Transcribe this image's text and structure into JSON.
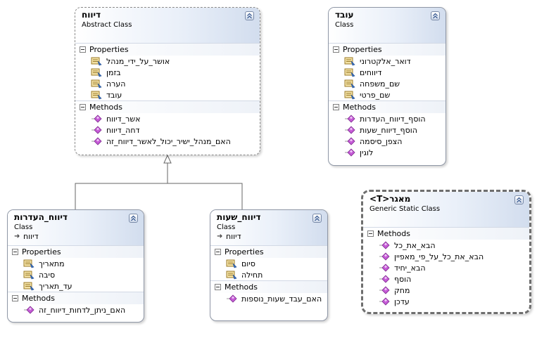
{
  "sections": {
    "properties": "Properties",
    "methods": "Methods"
  },
  "classes": {
    "report": {
      "name": "דיווח",
      "kind": "Abstract Class",
      "properties": [
        "אושר_על_ידי_מנהל",
        "בזמן",
        "הערה",
        "עובד"
      ],
      "methods": [
        "אשר_דיווח",
        "דחה_דיווח",
        "האם_מנהל_ישיר_יכול_לאשר_דיווח_זה"
      ]
    },
    "employee": {
      "name": "עובד",
      "kind": "Class",
      "properties": [
        "דואר_אלקטרוני",
        "דיווחים",
        "שם_משפחה",
        "שם_פרטי"
      ],
      "methods": [
        "הוסף_דיווח_העדרות",
        "הוסף_דיווח_שעות",
        "הצפן_סיסמה",
        "לוגין"
      ]
    },
    "absence": {
      "name": "דיווח_העדרות",
      "kind": "Class",
      "base": "דיווח",
      "properties": [
        "מתאריך",
        "סיבה",
        "עד_תאריך"
      ],
      "methods": [
        "האם_ניתן_לדחות_דיווח_זה"
      ]
    },
    "hours": {
      "name": "דיווח_שעות",
      "kind": "Class",
      "base": "דיווח",
      "properties": [
        "סיום",
        "תחילה"
      ],
      "methods": [
        "האם_עבד_שעות_נוספות"
      ]
    },
    "repo": {
      "name": "מאגר<T>",
      "kind": "Generic Static Class",
      "methods": [
        "הבא_את_כל",
        "הבא_את_כל_על_פי_מאפיין",
        "הבא_יחיד",
        "הוסף",
        "מחק",
        "עדכן"
      ]
    }
  },
  "colors": {
    "border": "#8f97a6",
    "header_end": "#d2ddee",
    "property_icon": "#c8a24a",
    "method_icon": "#b04fc0"
  },
  "icons": {
    "property": "property-icon",
    "method": "method-icon",
    "collapse": "collapse-icon",
    "inheritance": "inheritance-arrow-icon"
  }
}
